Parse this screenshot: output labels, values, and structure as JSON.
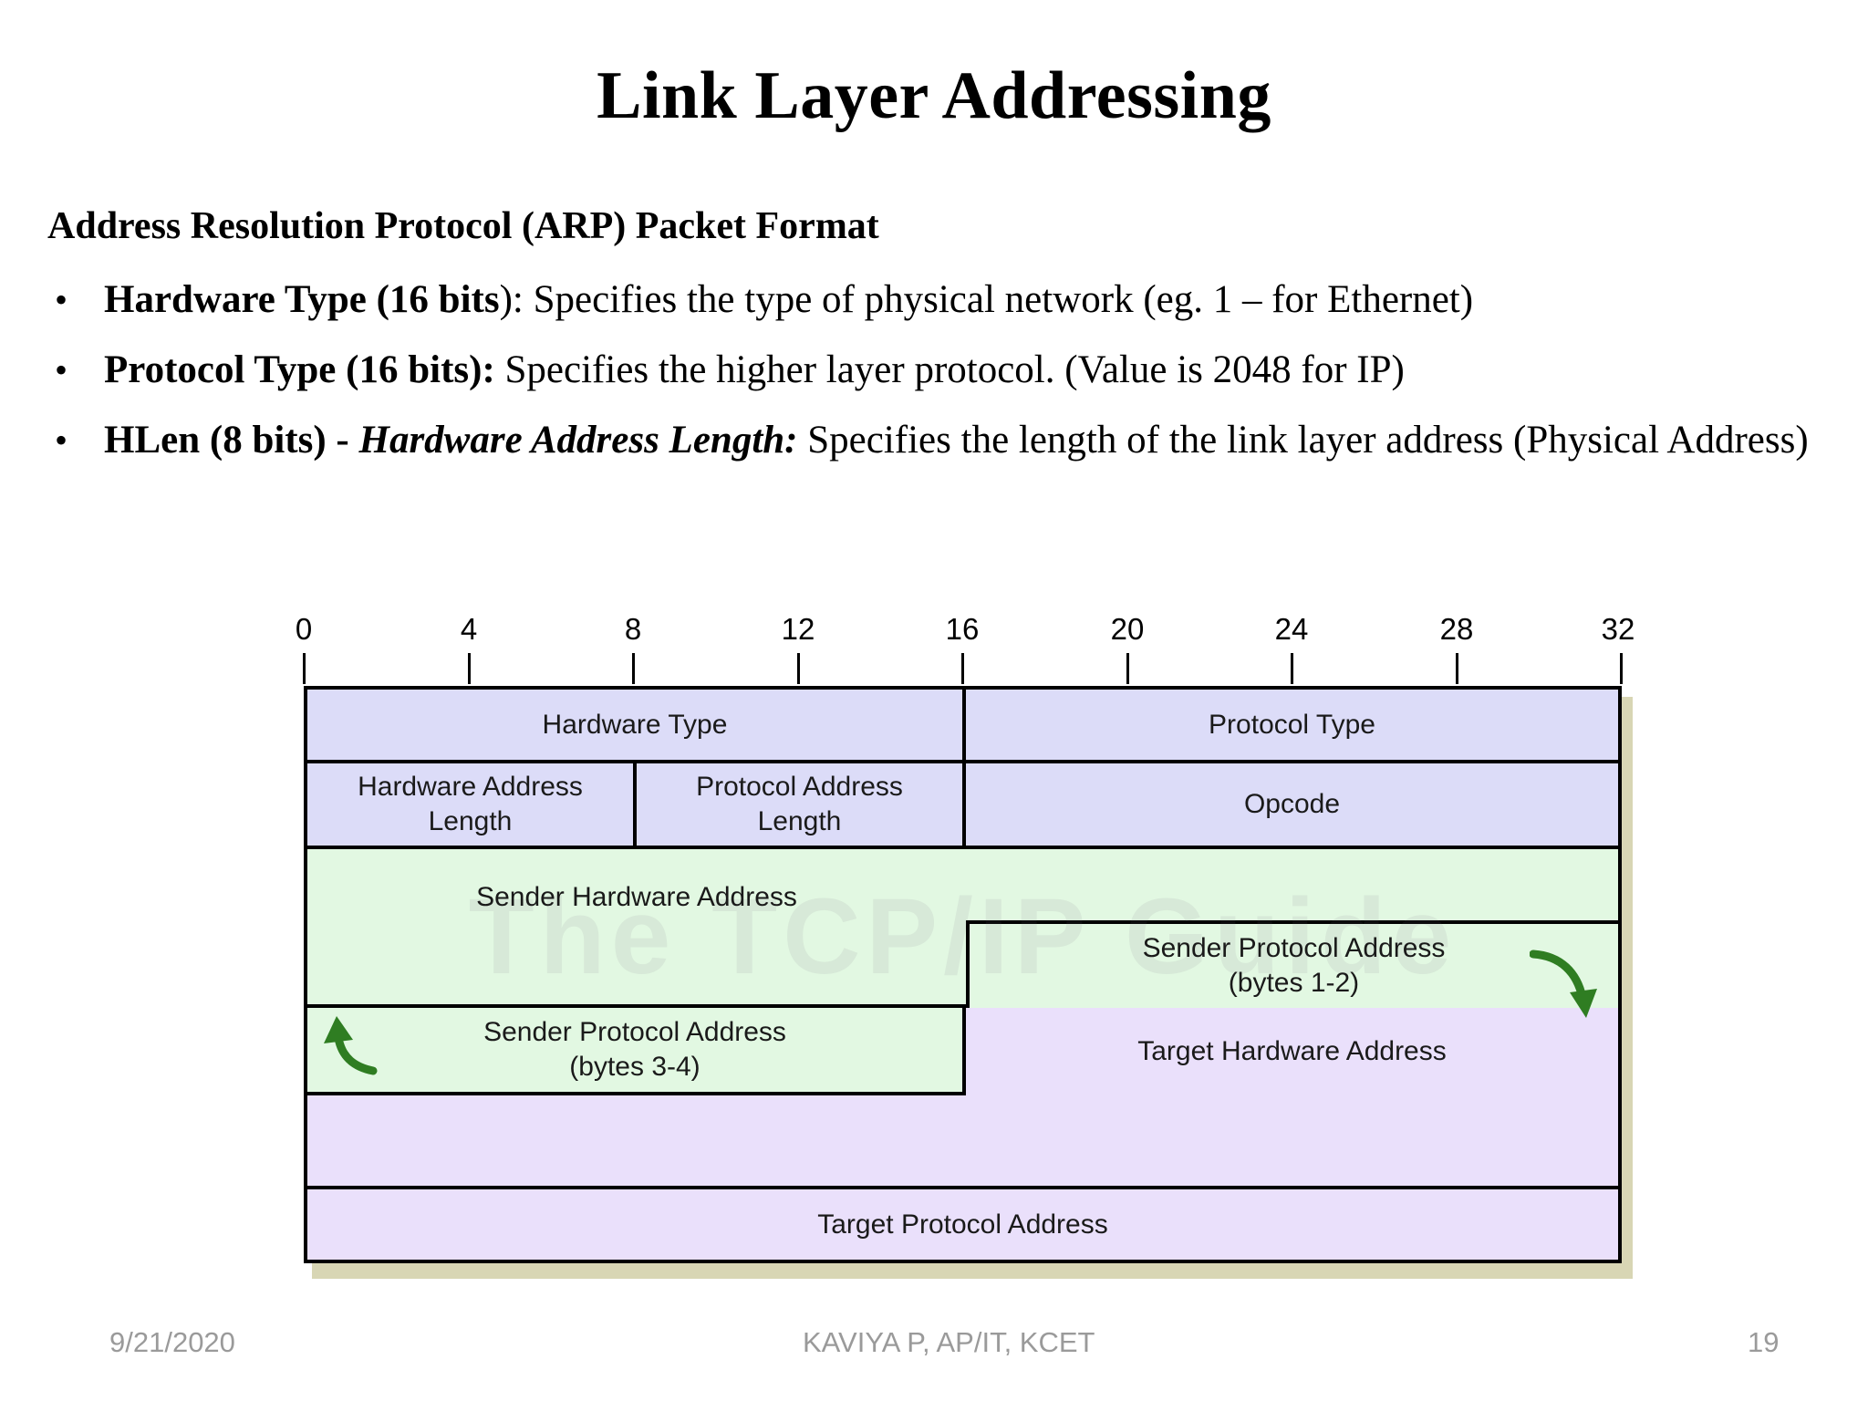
{
  "slide": {
    "title": "Link Layer Addressing",
    "subhead": "Address Resolution Protocol (ARP) Packet Format",
    "bullet_marker": "•",
    "bullets": [
      {
        "bold_lead": "Hardware Type (16 bits",
        "rest": "): Specifies the type of physical network (eg. 1 – for Ethernet)"
      },
      {
        "bold_lead": "Protocol Type (16 bits):",
        "rest": " Specifies the higher layer protocol. (Value is 2048 for IP)"
      },
      {
        "bold_lead": "HLen (8 bits) - ",
        "bold_italic": "Hardware Address Length:",
        "rest": " Specifies the length of the link layer address (Physical Address)"
      }
    ]
  },
  "diagram": {
    "watermark": "The TCP/IP Guide",
    "ruler_labels": [
      "0",
      "4",
      "8",
      "12",
      "16",
      "20",
      "24",
      "28",
      "32"
    ],
    "cells": {
      "hardware_type": "Hardware Type",
      "protocol_type": "Protocol Type",
      "hardware_address_length": "Hardware Address\nLength",
      "protocol_address_length": "Protocol Address\nLength",
      "opcode": "Opcode",
      "sender_hardware_address": "Sender Hardware Address",
      "sender_protocol_address_12": "Sender Protocol Address\n(bytes 1-2)",
      "sender_protocol_address_34": "Sender Protocol Address\n(bytes 3-4)",
      "target_hardware_address": "Target Hardware Address",
      "target_protocol_address": "Target Protocol Address"
    },
    "colors": {
      "blue": "#dcdcf8",
      "green": "#e2f8e2",
      "purple": "#eae0fb",
      "shadow": "#d8d6b4",
      "arrow": "#2f7d22",
      "border": "#000000"
    }
  },
  "footer": {
    "date": "9/21/2020",
    "center": "KAVIYA P, AP/IT, KCET",
    "page": "19"
  }
}
